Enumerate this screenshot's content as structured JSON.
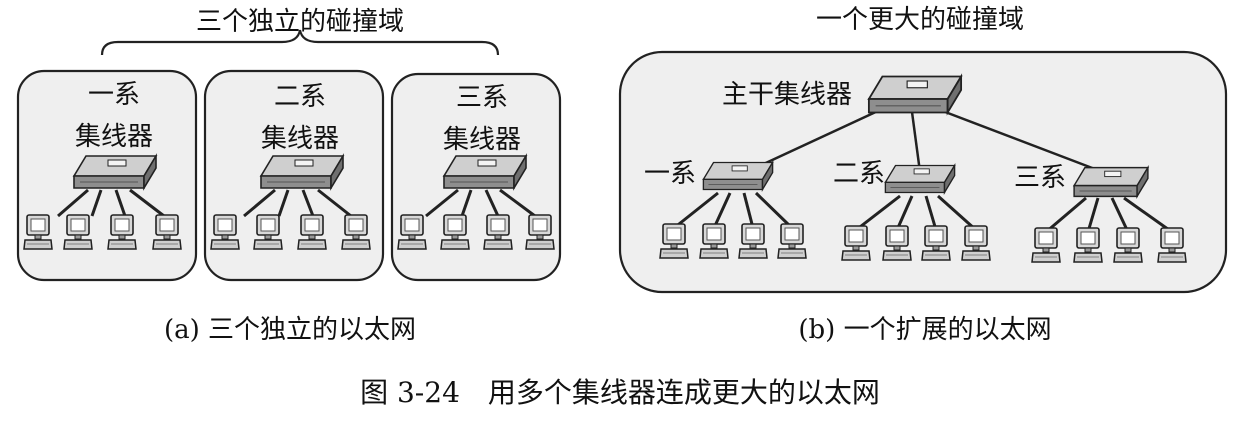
{
  "panel_a": {
    "title": "三个独立的碰撞域",
    "groups": [
      {
        "dept": "一系",
        "hub_label": "集线器",
        "hosts": 4
      },
      {
        "dept": "二系",
        "hub_label": "集线器",
        "hosts": 4
      },
      {
        "dept": "三系",
        "hub_label": "集线器",
        "hosts": 4
      }
    ],
    "caption": "(a) 三个独立的以太网"
  },
  "panel_b": {
    "title": "一个更大的碰撞域",
    "backbone_label": "主干集线器",
    "groups": [
      {
        "dept": "一系",
        "hosts": 4
      },
      {
        "dept": "二系",
        "hosts": 4
      },
      {
        "dept": "三系",
        "hosts": 4
      }
    ],
    "caption": "(b) 一个扩展的以太网"
  },
  "figure_caption": "图 3-24　用多个集线器连成更大的以太网",
  "colors": {
    "box_fill": "#efefef",
    "box_fill_dark": "#efefef",
    "panel_b_fill": "#efefef",
    "stroke": "#222222",
    "hub_top": "#cfcfcf",
    "hub_front": "#8e8e8e"
  },
  "icons": {
    "hub": "hub-icon",
    "host": "computer-icon"
  }
}
